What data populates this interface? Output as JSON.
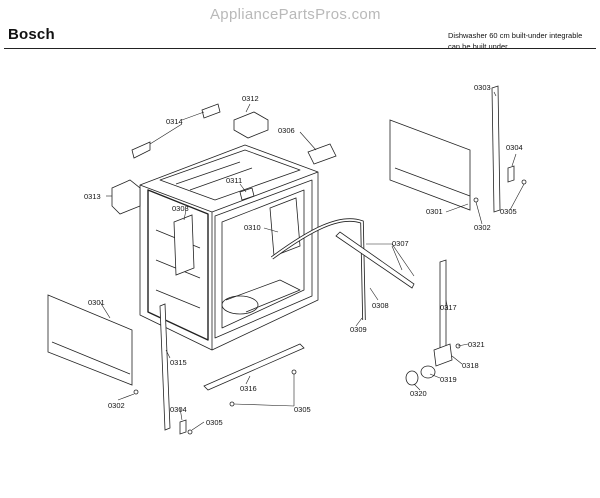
{
  "header": {
    "brand": "Bosch",
    "watermark": "AppliancePartsPros.com",
    "description_line1": "Dishwasher 60 cm built-under integrable",
    "description_line2": "can be built under"
  },
  "labels": [
    {
      "id": "0303",
      "text": "0303"
    },
    {
      "id": "0312",
      "text": "0312"
    },
    {
      "id": "0314",
      "text": "0314"
    },
    {
      "id": "0306a",
      "text": "0306"
    },
    {
      "id": "0304a",
      "text": "0304"
    },
    {
      "id": "0311",
      "text": "0311"
    },
    {
      "id": "0313",
      "text": "0313"
    },
    {
      "id": "0308a",
      "text": "0308"
    },
    {
      "id": "0301a",
      "text": "0301"
    },
    {
      "id": "0305a",
      "text": "0305"
    },
    {
      "id": "0310",
      "text": "0310"
    },
    {
      "id": "0302a",
      "text": "0302"
    },
    {
      "id": "0307",
      "text": "0307"
    },
    {
      "id": "0308b",
      "text": "0308"
    },
    {
      "id": "0301b",
      "text": "0301"
    },
    {
      "id": "0317",
      "text": "0317"
    },
    {
      "id": "0309",
      "text": "0309"
    },
    {
      "id": "0315",
      "text": "0315"
    },
    {
      "id": "0321",
      "text": "0321"
    },
    {
      "id": "0318",
      "text": "0318"
    },
    {
      "id": "0319",
      "text": "0319"
    },
    {
      "id": "0302b",
      "text": "0302"
    },
    {
      "id": "0316",
      "text": "0316"
    },
    {
      "id": "0320",
      "text": "0320"
    },
    {
      "id": "0305b",
      "text": "0305"
    },
    {
      "id": "0304b",
      "text": "0304"
    },
    {
      "id": "0305c",
      "text": "0305"
    }
  ]
}
